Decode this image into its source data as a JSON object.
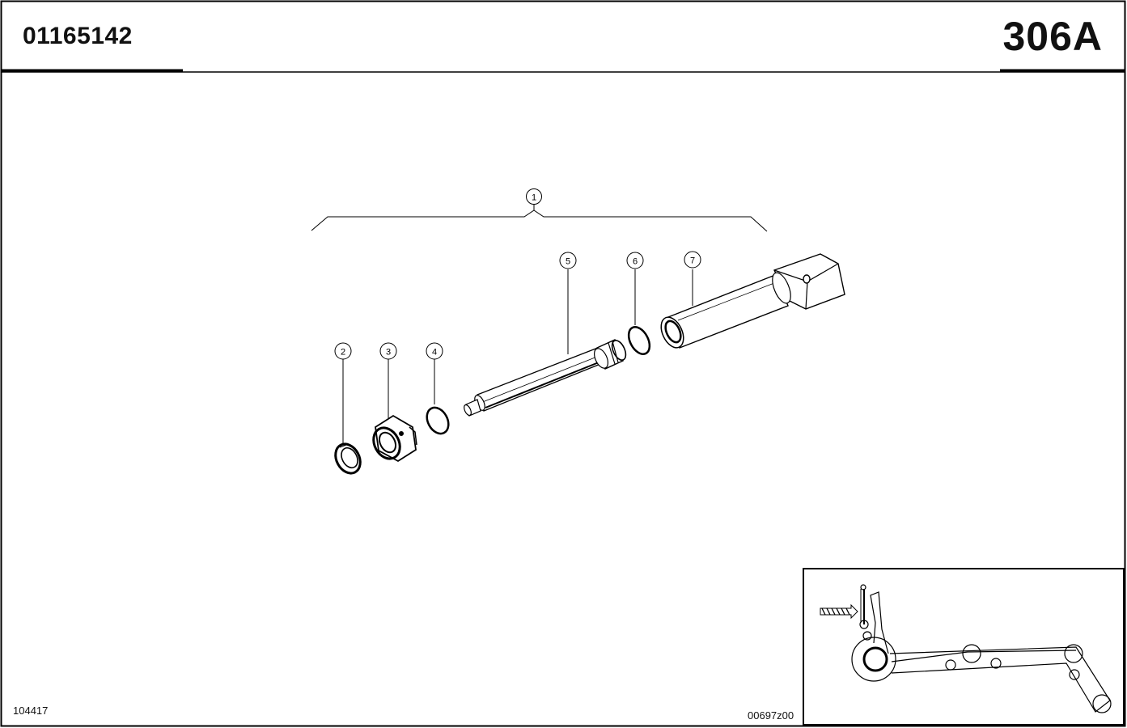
{
  "header": {
    "part_number": "01165142",
    "page_code": "306A"
  },
  "footer": {
    "left_ref": "104417",
    "right_ref": "00697z00"
  },
  "callouts": [
    "1",
    "2",
    "3",
    "4",
    "5",
    "6",
    "7"
  ]
}
